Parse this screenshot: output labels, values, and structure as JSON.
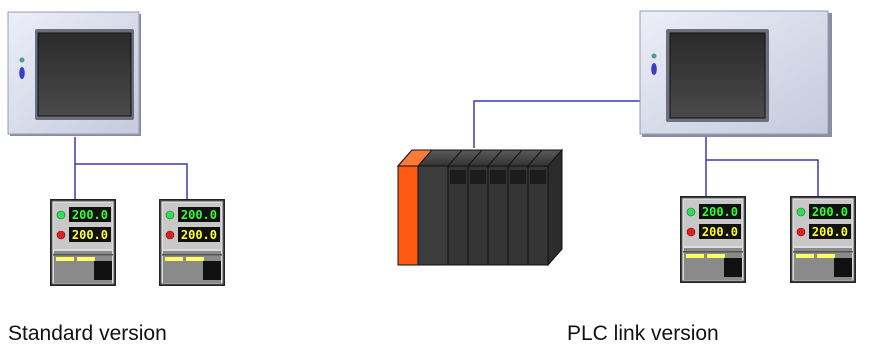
{
  "captions": {
    "standard": "Standard version",
    "plc_link": "PLC link version"
  },
  "controller_display": {
    "pv": "200.0",
    "sv": "200.0"
  },
  "colors": {
    "wire": "#3b3ba8",
    "panel_bezel": "#d6d8e8",
    "plc_accent": "#ff5a14",
    "lcd_pv_text": "#33ff33",
    "lcd_sv_text": "#ffff33",
    "led_green": "#33dd55",
    "led_red": "#e02020"
  },
  "icons": [
    "hmi-touch-panel-icon",
    "temperature-controller-icon",
    "plc-rack-icon"
  ]
}
